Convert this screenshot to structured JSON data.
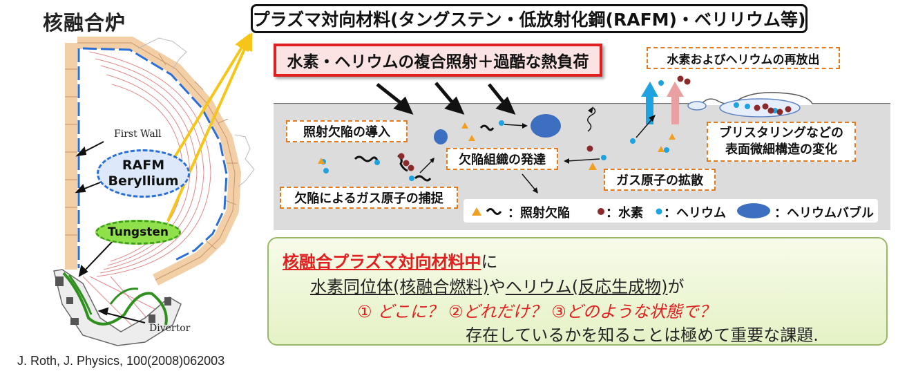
{
  "title": "核融合炉",
  "header": "プラズマ対向材料(タングステン・低放射化鋼(RAFM)・ベリリウム等)",
  "irradiation": "水素・ヘリウムの複合照射＋過酷な熱負荷",
  "reemission": "水素およびヘリウムの再放出",
  "reactor": {
    "first_wall": "First Wall",
    "rafm_line1": "RAFM",
    "rafm_line2": "Beryllium",
    "tungsten": "Tungsten",
    "divertor": "Divertor"
  },
  "processes": {
    "defect_introduction": "照射欠陥の導入",
    "defect_structure": "欠陥組織の発達",
    "gas_diffusion": "ガス原子の拡散",
    "gas_trapping": "欠陥によるガス原子の捕捉",
    "blistering_line1": "ブリスタリングなどの",
    "blistering_line2": "表面微細構造の変化"
  },
  "legend": {
    "defect": "：照射欠陥",
    "hydrogen": "：水素",
    "helium": "：ヘリウム",
    "bubble": "：ヘリウムバブル"
  },
  "summary": {
    "line1_red": "核融合プラズマ対向材料中",
    "line1_rest": "に",
    "line2_a": "水素同位体(核融合燃料)",
    "line2_b": "や",
    "line2_c": "ヘリウム(反応生成物)",
    "line2_d": "が",
    "line3": "① どこに？ ②どれだけ？ ③どのような状態で？",
    "line4": "存在しているかを知ることは極めて重要な課題."
  },
  "citation": "J. Roth, J. Physics, 100(2008)062003",
  "colors": {
    "accent_red": "#e02020",
    "orange_dash": "#e27a1e",
    "helium_blue": "#1fa2e0",
    "hydrogen_brown": "#8b2a2a",
    "bubble_blue": "#3d6fc0",
    "defect_orange": "#f0a020",
    "tungsten_green": "#5cc42c",
    "rafm_blue": "#2a6fd6",
    "arrow_yellow": "#f5c518"
  }
}
